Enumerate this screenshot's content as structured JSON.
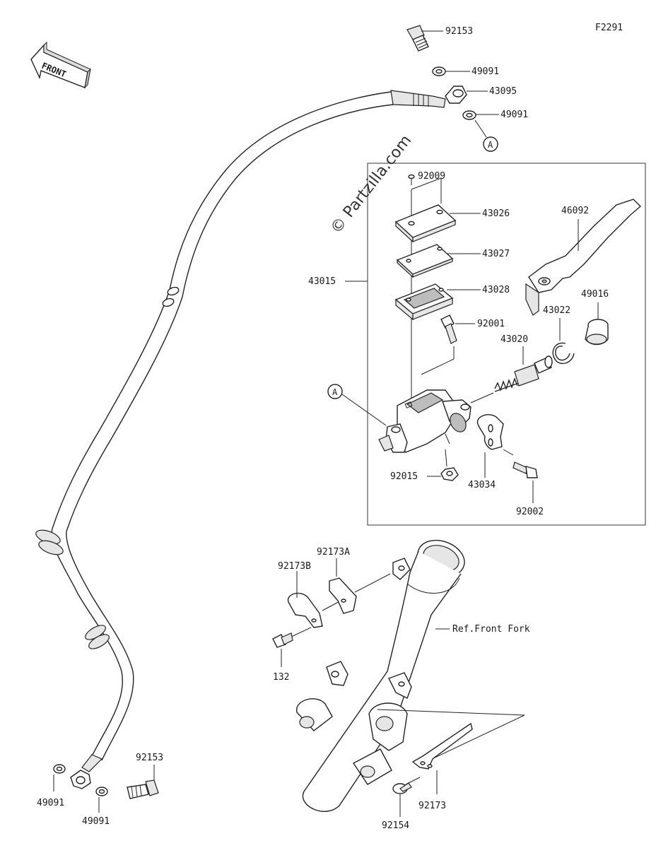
{
  "diagram_code": "F2291",
  "watermark": "© Partzilla.com",
  "front_arrow_label": "FRONT",
  "callout_marker": "A",
  "labels": {
    "p92153_top": "92153",
    "p49091_top1": "49091",
    "p43095": "43095",
    "p49091_top2": "49091",
    "p92009": "92009",
    "p43026": "43026",
    "p43027": "43027",
    "p43028": "43028",
    "p43015": "43015",
    "p46092": "46092",
    "p49016": "49016",
    "p43022": "43022",
    "p92001": "92001",
    "p43020": "43020",
    "p92015": "92015",
    "p43034": "43034",
    "p92002": "92002",
    "p92173A": "92173A",
    "p92173B": "92173B",
    "ref_front_fork": "Ref.Front Fork",
    "p132": "132",
    "p49091_bot1": "49091",
    "p49091_bot2": "49091",
    "p92153_bot": "92153",
    "p92173": "92173",
    "p92154": "92154"
  },
  "colors": {
    "line": "#222222",
    "part_fill": "#ffffff",
    "part_shade": "#bdbdbd",
    "background": "#ffffff"
  }
}
